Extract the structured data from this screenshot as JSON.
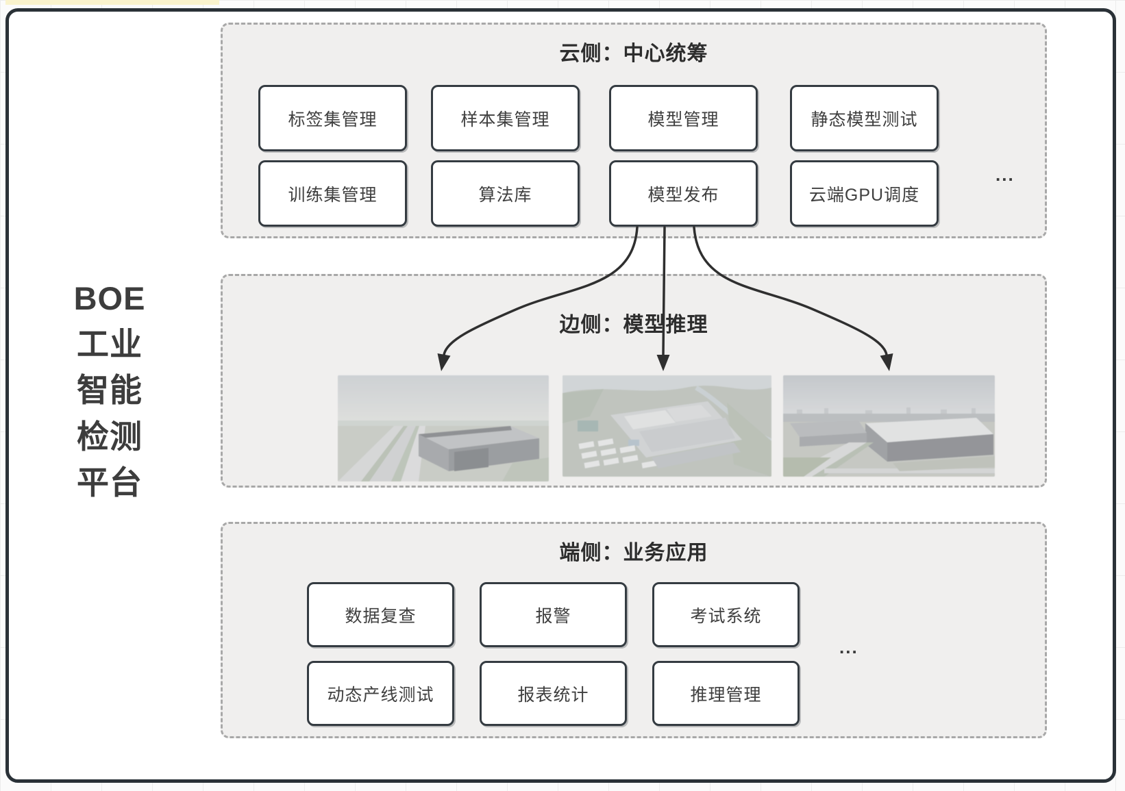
{
  "platform": {
    "label": "BOE\n工业\n智能\n检测\n平台"
  },
  "sections": {
    "cloud": {
      "title": "云侧：中心统筹",
      "boxes": [
        "标签集管理",
        "样本集管理",
        "模型管理",
        "静态模型测试",
        "训练集管理",
        "算法库",
        "模型发布",
        "云端GPU调度"
      ],
      "more": "..."
    },
    "edge": {
      "title": "边侧：模型推理",
      "photos": [
        "factory-aerial-photo-1",
        "factory-aerial-photo-2",
        "factory-aerial-photo-3"
      ]
    },
    "terminal": {
      "title": "端侧：业务应用",
      "boxes": [
        "数据复查",
        "报警",
        "考试系统",
        "动态产线测试",
        "报表统计",
        "推理管理"
      ],
      "more": "..."
    }
  },
  "colors": {
    "frame_border": "#2a3137",
    "section_fill": "#f0efee",
    "section_dash": "#a8a8a8",
    "node_border": "#343b41",
    "text": "#3f3f3f",
    "arrow": "#2f2f2f",
    "highlight_strip": "#faf3cd"
  }
}
